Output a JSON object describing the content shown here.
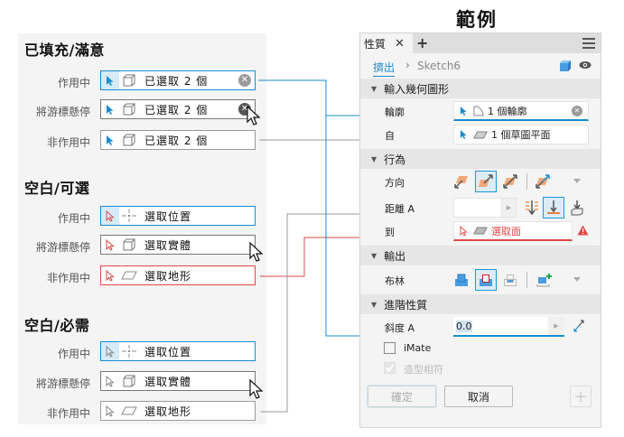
{
  "example_title": "範例",
  "sections": [
    {
      "title": "已填充/滿意",
      "rows": [
        {
          "label": "作用中",
          "state": "active",
          "text": "已選取 2 個",
          "arrow_color": "#1a8bd0",
          "geometry": "solid-icon",
          "clear": true,
          "cursor": false
        },
        {
          "label": "將游標懸停",
          "state": "hover",
          "text": "已選取 2 個",
          "arrow_color": "#1a8bd0",
          "geometry": "solid-icon",
          "clear": true,
          "cursor": true
        },
        {
          "label": "非作用中",
          "state": "inactive",
          "text": "已選取 2 個",
          "arrow_color": "#1a8bd0",
          "geometry": "solid-icon",
          "clear": false,
          "cursor": false
        }
      ]
    },
    {
      "title": "空白/可選",
      "rows": [
        {
          "label": "作用中",
          "state": "active",
          "text": "選取位置",
          "arrow_color": "#e04848",
          "geometry": "point-icon"
        },
        {
          "label": "將游標懸停",
          "state": "hover",
          "text": "選取實體",
          "arrow_color": "#e04848",
          "geometry": "solid-icon",
          "cursor": true
        },
        {
          "label": "非作用中",
          "state": "error",
          "text": "選取地形",
          "arrow_color": "#e04848",
          "geometry": "plane-icon"
        }
      ]
    },
    {
      "title": "空白/必需",
      "rows": [
        {
          "label": "作用中",
          "state": "active",
          "text": "選取位置",
          "arrow_color": "#888888",
          "geometry": "point-icon"
        },
        {
          "label": "將游標懸停",
          "state": "hover",
          "text": "選取實體",
          "arrow_color": "#888888",
          "geometry": "solid-icon",
          "cursor": true
        },
        {
          "label": "非作用中",
          "state": "inactive",
          "text": "選取地形",
          "arrow_color": "#888888",
          "geometry": "plane-icon"
        }
      ]
    }
  ],
  "panel": {
    "tab_label": "性質",
    "tab_close": "✕",
    "tab_add": "+",
    "breadcrumb": {
      "link": "擠出",
      "separator": "›",
      "item": "Sketch6"
    },
    "groups": {
      "input_geometry": {
        "title": "輸入幾何圖形",
        "profile": {
          "label": "輪廓",
          "value": "1 個輪廓"
        },
        "from": {
          "label": "自",
          "value": "1 個草圖平面"
        }
      },
      "behavior": {
        "title": "行為",
        "direction": {
          "label": "方向",
          "selected_index": 1
        },
        "distance": {
          "label": "距離 A",
          "value": "",
          "selected_extent_index": 1
        },
        "to": {
          "label": "到",
          "value": "選取面"
        }
      },
      "output": {
        "title": "輸出",
        "boolean": {
          "label": "布林",
          "selected_index": 1
        }
      },
      "advanced": {
        "title": "進階性質",
        "taper": {
          "label": "斜度 A",
          "value": "0.0"
        },
        "imate": {
          "label": "iMate",
          "checked": false
        },
        "match_shape": {
          "label": "造型相符",
          "checked": true,
          "disabled": true
        }
      }
    },
    "buttons": {
      "ok": "確定",
      "cancel": "取消",
      "add": "+"
    }
  },
  "colors": {
    "accent": "#1a8bd0",
    "error": "#e04848",
    "neutral_line": "#999999"
  }
}
